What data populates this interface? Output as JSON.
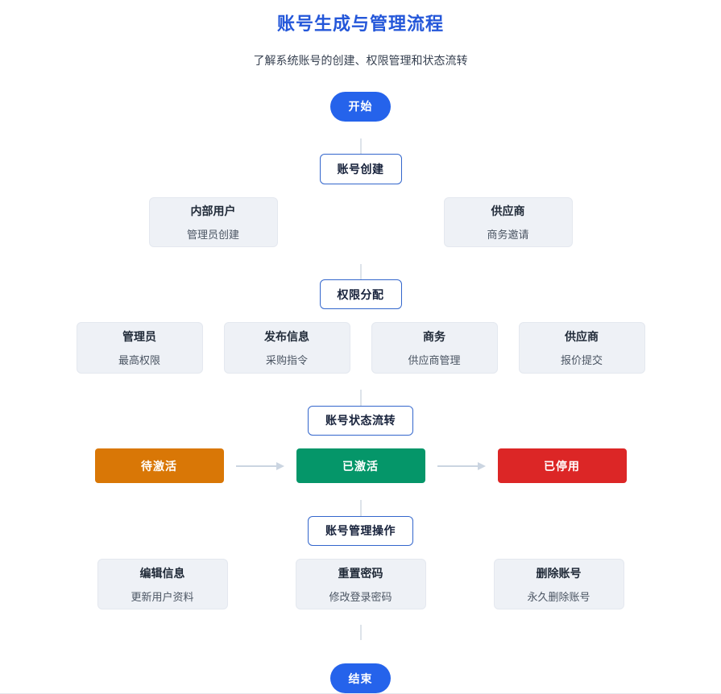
{
  "page": {
    "title": "账号生成与管理流程",
    "subtitle": "了解系统账号的创建、权限管理和状态流转"
  },
  "flow": {
    "start_label": "开始",
    "end_label": "结束",
    "stages": {
      "creation": {
        "label": "账号创建",
        "options": [
          {
            "title": "内部用户",
            "desc": "管理员创建"
          },
          {
            "title": "供应商",
            "desc": "商务邀请"
          }
        ]
      },
      "permission": {
        "label": "权限分配",
        "options": [
          {
            "title": "管理员",
            "desc": "最高权限"
          },
          {
            "title": "发布信息",
            "desc": "采购指令"
          },
          {
            "title": "商务",
            "desc": "供应商管理"
          },
          {
            "title": "供应商",
            "desc": "报价提交"
          }
        ]
      },
      "status": {
        "label": "账号状态流转",
        "states": [
          {
            "label": "待激活",
            "color": "#d97706"
          },
          {
            "label": "已激活",
            "color": "#059669"
          },
          {
            "label": "已停用",
            "color": "#dc2626"
          }
        ]
      },
      "management": {
        "label": "账号管理操作",
        "options": [
          {
            "title": "编辑信息",
            "desc": "更新用户资料"
          },
          {
            "title": "重置密码",
            "desc": "修改登录密码"
          },
          {
            "title": "删除账号",
            "desc": "永久删除账号"
          }
        ]
      }
    }
  },
  "colors": {
    "title_blue": "#2457d9",
    "node_blue": "#2563eb",
    "label_border_blue": "#3366cc",
    "status_pending_orange": "#d97706",
    "status_active_green": "#059669",
    "status_stopped_red": "#dc2626",
    "connector_gray": "#dde3ea",
    "arrow_gray": "#cbd5e1",
    "option_box_bg": "#eef1f6"
  }
}
